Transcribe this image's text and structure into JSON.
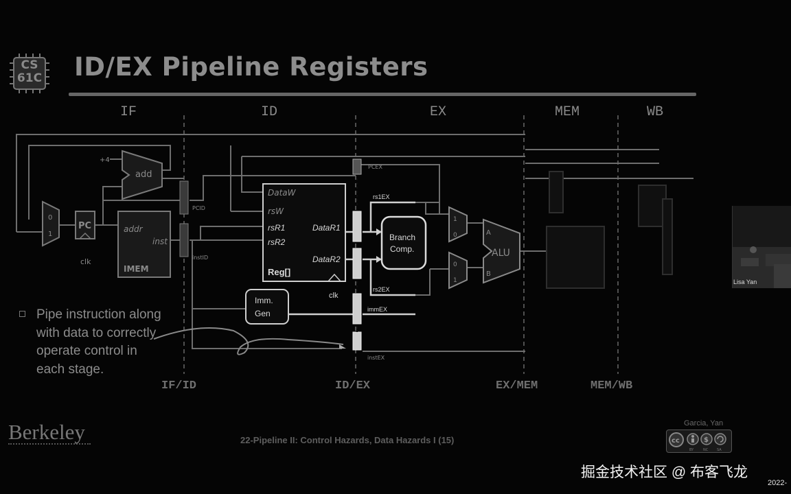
{
  "slide": {
    "logo": "CS 61C",
    "logo_line1": "CS",
    "logo_line2": "61C",
    "title": "ID/EX Pipeline Registers",
    "stages": [
      "IF",
      "ID",
      "EX",
      "MEM",
      "WB"
    ],
    "pipeline_registers": [
      "IF/ID",
      "ID/EX",
      "EX/MEM",
      "MEM/WB"
    ],
    "bullet": "Pipe instruction along with data to correctly operate control in each stage.",
    "institution": "Berkeley",
    "footer": "22-Pipeline II: Control Hazards, Data Hazards I (15)",
    "authors": "Garcia, Yan",
    "license_icons": [
      "cc-icon",
      "by-icon",
      "nc-icon",
      "sa-icon"
    ],
    "license_labels": [
      "BY",
      "NC",
      "SA"
    ]
  },
  "diagram": {
    "plus4": "+4",
    "add": "add",
    "mux_inputs": [
      "0",
      "1"
    ],
    "pc": "PC",
    "clk": "clk",
    "imem_addr": "addr",
    "imem_inst": "inst",
    "imem": "IMEM",
    "pc_id": "PCID",
    "inst_id": "instID",
    "pc_ex": "PCEX",
    "regfile_ports": [
      "DataW",
      "rsW",
      "rsR1",
      "rsR2"
    ],
    "regfile_out1": "DataR1",
    "regfile_out2": "DataR2",
    "regfile": "Reg[]",
    "regfile_clk": "clk",
    "imm_gen_line1": "Imm.",
    "imm_gen_line2": "Gen",
    "branch_line1": "Branch",
    "branch_line2": "Comp.",
    "rs1_ex": "rs1EX",
    "rs2_ex": "rs2EX",
    "imm_ex": "immEX",
    "inst_ex": "instEX",
    "alu": "ALU",
    "alu_a": "A",
    "alu_b": "B"
  },
  "video": {
    "speaker": "Lisa Yan"
  },
  "overlay": {
    "watermark": "掘金技术社区 @ 布客飞龙",
    "date": "2022-"
  }
}
